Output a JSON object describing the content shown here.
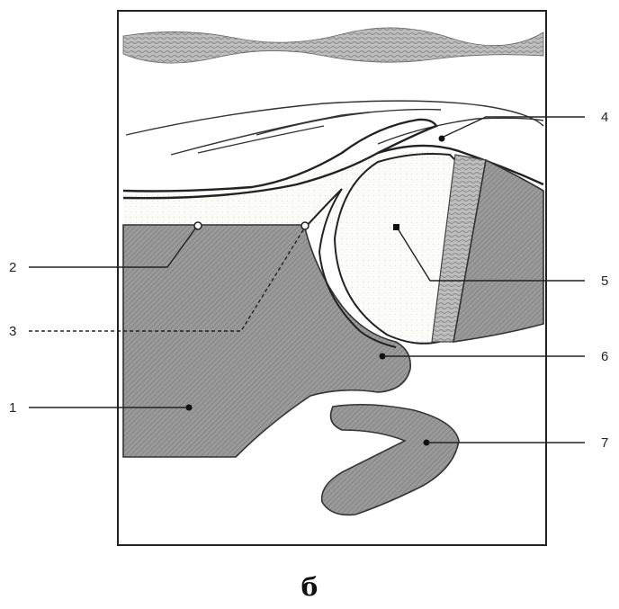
{
  "figure": {
    "caption": "б",
    "labels": [
      {
        "id": "label-1",
        "text": "1"
      },
      {
        "id": "label-2",
        "text": "2"
      },
      {
        "id": "label-3",
        "text": "3"
      },
      {
        "id": "label-4",
        "text": "4"
      },
      {
        "id": "label-5",
        "text": "5"
      },
      {
        "id": "label-6",
        "text": "6"
      },
      {
        "id": "label-7",
        "text": "7"
      }
    ]
  },
  "colors": {
    "frame": "#222222",
    "shaded_fill": "#8c8c8c",
    "outline": "#333333",
    "paper": "#ffffff"
  }
}
